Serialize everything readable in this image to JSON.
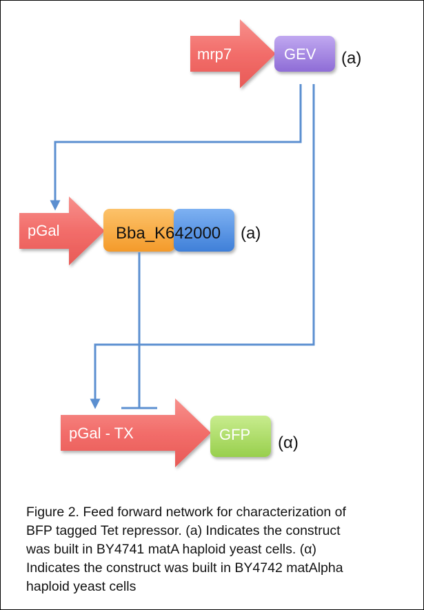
{
  "colors": {
    "promoter_arrow": "#f26d6a",
    "gev_box": "#9c7ce0",
    "bba_box": "#f5a43a",
    "bfp_box": "#4e8de0",
    "gfp_box": "#a6d85e",
    "connector_line": "#5b8fd0"
  },
  "nodes": {
    "mrp7": "mrp7",
    "gev": "GEV",
    "gev_tag": "(a)",
    "pgal": "pGal",
    "bba": "Bba_K642000",
    "bba_tag": "(a)",
    "pgal_tx": "pGal - TX",
    "gfp": "GFP",
    "gfp_tag": "(α)"
  },
  "caption": {
    "lines": [
      "Figure 2. Feed forward network for characterization of",
      "BFP tagged Tet repressor. (a) Indicates the construct",
      "was built in BY4741 matA haploid yeast cells. (α)",
      "Indicates the construct was built in BY4742 matAlpha",
      "haploid yeast cells"
    ]
  }
}
